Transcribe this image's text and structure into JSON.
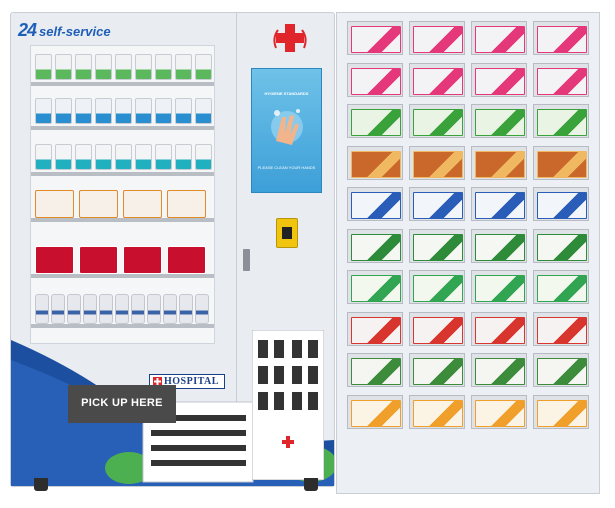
{
  "brand": {
    "logo": "24",
    "name": "self-service"
  },
  "screen": {
    "title": "HYGIENE STANDARDS",
    "caption": "PLEASE CLEAN YOUR HANDS"
  },
  "sign": {
    "hospital": "HOSPITAL"
  },
  "pickup": {
    "label": "PICK UP HERE"
  },
  "colors": {
    "brand_blue": "#1f5fb8",
    "cross_red": "#e0262b",
    "wave_blue": "#1c4fa0",
    "paypad_yellow": "#f1c40f",
    "pickup_bg": "#4a4a4a"
  },
  "icons": [
    "medical-cross-icon",
    "payment-terminal-icon",
    "hospital-building-icon"
  ],
  "lockers": {
    "rows": 10,
    "cols": 4,
    "row_styles": [
      {
        "name": "pink-pack",
        "fill": "#f3f3f5",
        "accent": "#e4387a"
      },
      {
        "name": "pink-pack",
        "fill": "#f3f3f5",
        "accent": "#e4387a"
      },
      {
        "name": "green-pack",
        "fill": "#e9f4e4",
        "accent": "#3aa23a"
      },
      {
        "name": "orange-pack",
        "fill": "#c9682a",
        "accent": "#f0b860"
      },
      {
        "name": "blue-pack",
        "fill": "#f2f5fa",
        "accent": "#2a5db8"
      },
      {
        "name": "green-white-pack",
        "fill": "#f4f7f2",
        "accent": "#2e8b3a"
      },
      {
        "name": "green-band-pack",
        "fill": "#f2f8ee",
        "accent": "#31a552"
      },
      {
        "name": "red-band-pack",
        "fill": "#f6f2f2",
        "accent": "#d9352f"
      },
      {
        "name": "green-circle-pack",
        "fill": "#f5f6f1",
        "accent": "#3c8c3c"
      },
      {
        "name": "orange-body-pack",
        "fill": "#fbf3e4",
        "accent": "#f0a02a"
      }
    ]
  },
  "shelves": {
    "rows": [
      {
        "type": "small",
        "count": 9,
        "fill": "#f0f2f4",
        "accent": "#5cb85c"
      },
      {
        "type": "small",
        "count": 9,
        "fill": "#eef2f6",
        "accent": "#2a8fd0"
      },
      {
        "type": "small",
        "count": 9,
        "fill": "#f2f4f6",
        "accent": "#20b0c0"
      },
      {
        "type": "big",
        "count": 4,
        "fill": "#f6f0e8",
        "accent": "#e08a2a"
      },
      {
        "type": "big",
        "count": 4,
        "fill": "#c8102e",
        "accent": "#ffffff"
      },
      {
        "type": "bottle",
        "count": 11,
        "fill": "#e6e8ee",
        "accent": "#3a63a8"
      }
    ]
  }
}
